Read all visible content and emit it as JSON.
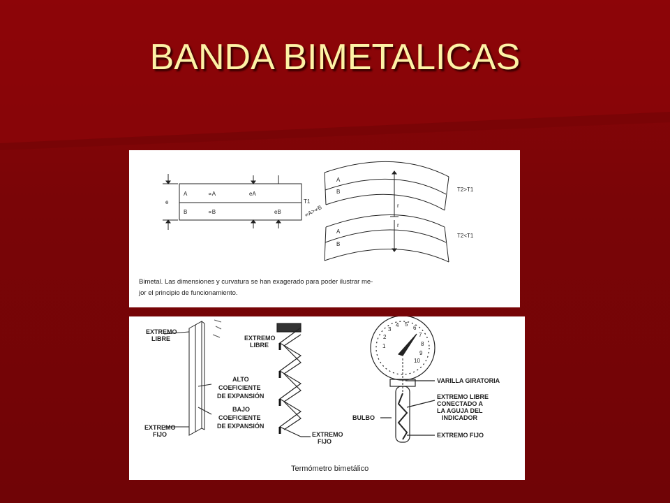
{
  "slide": {
    "title": "BANDA BIMETALICAS",
    "background_color": "#7d0507",
    "title_color": "#fdf2a6"
  },
  "top_figure": {
    "strip": {
      "layer_a": "A",
      "layer_b": "B",
      "alpha_a": "∝A",
      "alpha_b": "∝B",
      "e_a": "eA",
      "e_b": "eB",
      "e": "e",
      "t1": "T1",
      "relation": "∝A>∝B"
    },
    "arc_upper": {
      "layer_a": "A",
      "layer_b": "B",
      "condition": "T2>T1",
      "radius": "r"
    },
    "arc_lower": {
      "layer_a": "A",
      "layer_b": "B",
      "condition": "T2<T1",
      "radius": "r"
    },
    "caption_line1": "Bimetal. Las dimensiones y curvatura se han exagerado para poder ilustrar me-",
    "caption_line2": "jor el principio de funcionamiento."
  },
  "bottom_figure": {
    "flat_strip": {
      "free_end_1": "EXTREMO",
      "free_end_2": "LIBRE",
      "high_1": "ALTO",
      "high_2": "COEFICIENTE",
      "high_3": "DE EXPANSIÓN",
      "low_1": "BAJO",
      "low_2": "COEFICIENTE",
      "low_3": "DE EXPANSIÓN",
      "fixed_1": "EXTREMO",
      "fixed_2": "FIJO"
    },
    "helix": {
      "free_1": "EXTREMO",
      "free_2": "LIBRE",
      "fixed_1": "EXTREMO",
      "fixed_2": "FIJO"
    },
    "thermometer": {
      "dial_numbers": [
        "1",
        "2",
        "3",
        "4",
        "5",
        "6",
        "7",
        "8",
        "9",
        "10"
      ],
      "rod": "VARILLA GIRATORIA",
      "free_1": "EXTREMO LIBRE",
      "free_2": "CONECTADO A",
      "free_3": "LA AGUJA DEL",
      "free_4": "INDICADOR",
      "bulb": "BULBO",
      "fixed": "EXTREMO FIJO"
    },
    "caption": "Termómetro bimetálico"
  }
}
